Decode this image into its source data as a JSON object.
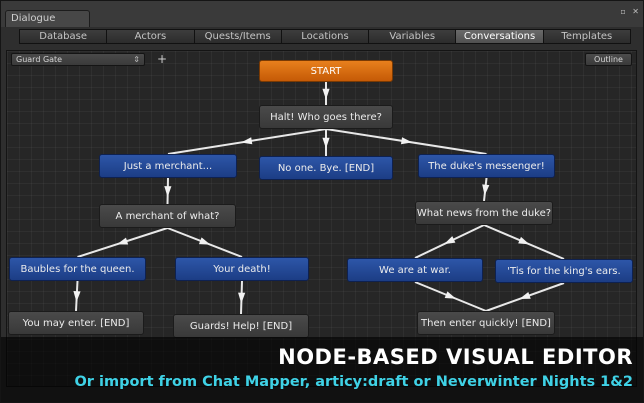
{
  "window": {
    "title": "Dialogue",
    "controls": "▫ ✕"
  },
  "tabs": [
    {
      "label": "Database",
      "active": false
    },
    {
      "label": "Actors",
      "active": false
    },
    {
      "label": "Quests/Items",
      "active": false
    },
    {
      "label": "Locations",
      "active": false
    },
    {
      "label": "Variables",
      "active": false
    },
    {
      "label": "Conversations",
      "active": true
    },
    {
      "label": "Templates",
      "active": false
    }
  ],
  "toolbar": {
    "conversation": "Guard Gate",
    "add_label": "+",
    "outline_label": "Outline"
  },
  "nodes": [
    {
      "id": "start",
      "text": "START",
      "kind": "start"
    },
    {
      "id": "halt",
      "text": "Halt! Who goes there?",
      "kind": "npc"
    },
    {
      "id": "merchant",
      "text": "Just a merchant...",
      "kind": "pc"
    },
    {
      "id": "noone",
      "text": "No one. Bye. [END]",
      "kind": "pc"
    },
    {
      "id": "duke",
      "text": "The duke's messenger!",
      "kind": "pc"
    },
    {
      "id": "what",
      "text": "A merchant of what?",
      "kind": "npc"
    },
    {
      "id": "news",
      "text": "What news from the duke?",
      "kind": "npc"
    },
    {
      "id": "baubles",
      "text": "Baubles for the queen.",
      "kind": "pc"
    },
    {
      "id": "death",
      "text": "Your death!",
      "kind": "pc"
    },
    {
      "id": "war",
      "text": "We are at war.",
      "kind": "pc"
    },
    {
      "id": "tis",
      "text": "'Tis for the king's ears.",
      "kind": "pc"
    },
    {
      "id": "enter",
      "text": "You may enter. [END]",
      "kind": "npc"
    },
    {
      "id": "guards",
      "text": "Guards! Help! [END]",
      "kind": "npc"
    },
    {
      "id": "quickly",
      "text": "Then enter quickly! [END]",
      "kind": "npc"
    }
  ],
  "links": [
    [
      "start",
      "halt"
    ],
    [
      "halt",
      "merchant"
    ],
    [
      "halt",
      "noone"
    ],
    [
      "halt",
      "duke"
    ],
    [
      "merchant",
      "what"
    ],
    [
      "duke",
      "news"
    ],
    [
      "what",
      "baubles"
    ],
    [
      "what",
      "death"
    ],
    [
      "news",
      "war"
    ],
    [
      "news",
      "tis"
    ],
    [
      "baubles",
      "enter"
    ],
    [
      "death",
      "guards"
    ],
    [
      "war",
      "quickly"
    ],
    [
      "tis",
      "quickly"
    ]
  ],
  "colors": {
    "start": "#e0761a",
    "npc": "#444444",
    "pc": "#2a4f9e",
    "accent": "#3fd2e6"
  },
  "banner": {
    "headline": "NODE-BASED VISUAL EDITOR",
    "subline": "Or import from Chat Mapper, articy:draft or Neverwinter Nights 1&2"
  }
}
